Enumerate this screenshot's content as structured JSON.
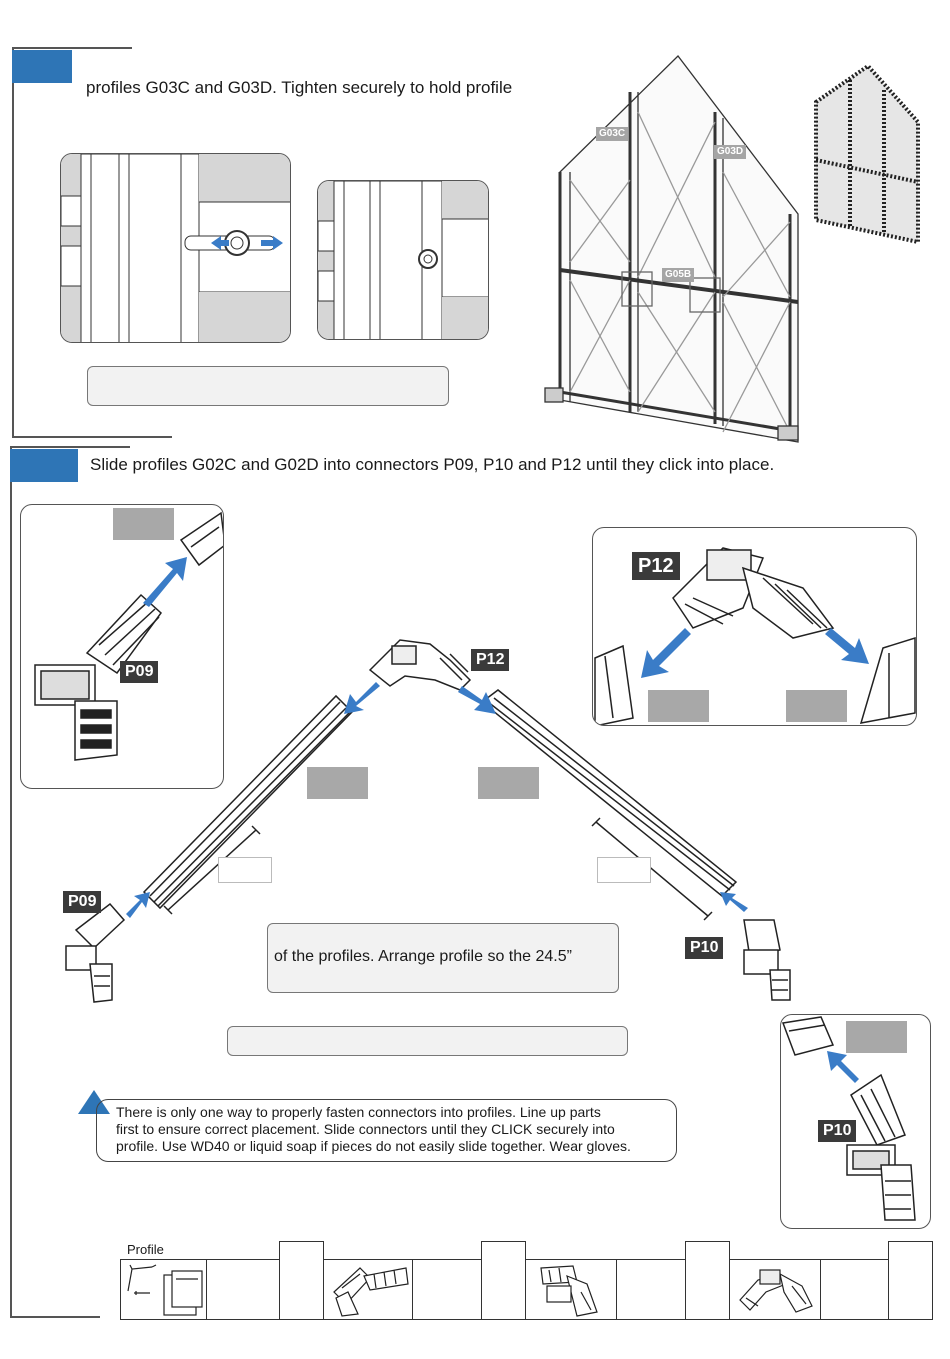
{
  "step1": {
    "instruction": "profiles G03C and G03D. Tighten securely to hold profile",
    "labels": {
      "g03c": "G03C",
      "g03d": "G03D",
      "g05b": "G05B"
    }
  },
  "step2": {
    "instruction": "Slide profiles G02C and G02D into connectors P09, P10 and P12 until they click into place.",
    "labels": {
      "p09": "P09",
      "p10": "P10",
      "p12": "P12"
    },
    "note": "of the profiles. Arrange profile so the 24.5”",
    "warning": [
      "There is only one way to properly fasten connectors into profiles. Line up parts",
      "first to ensure correct placement. Slide connectors until they CLICK securely into",
      "profile. Use WD40 or liquid soap if pieces do not easily slide together. Wear gloves."
    ]
  },
  "parts_table": {
    "header": "Profile"
  },
  "colors": {
    "accent": "#2e75b6",
    "arrow": "#3a7cc7",
    "label_bg": "#3a3a3a",
    "placeholder": "#a8a8a8"
  }
}
